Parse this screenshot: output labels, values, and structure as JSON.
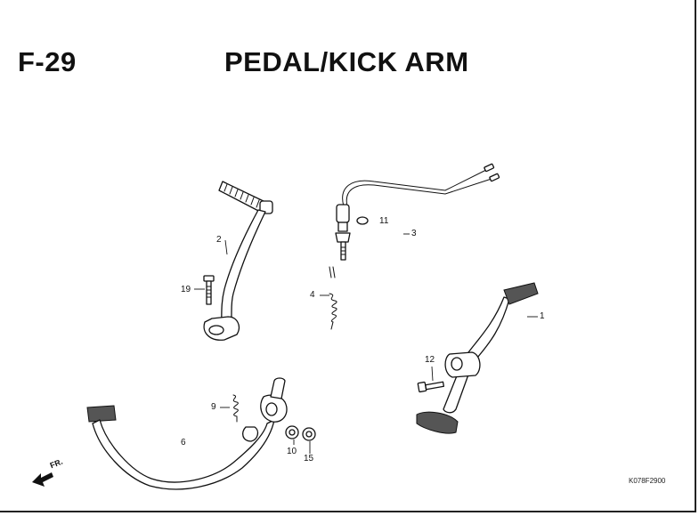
{
  "header": {
    "section_code": "F-29",
    "title": "PEDAL/KICK ARM"
  },
  "diagram": {
    "part_labels": [
      "1",
      "2",
      "3",
      "4",
      "6",
      "9",
      "10",
      "11",
      "12",
      "15",
      "19"
    ],
    "front_indicator": "FR.",
    "reference_code": "K078F2900"
  }
}
